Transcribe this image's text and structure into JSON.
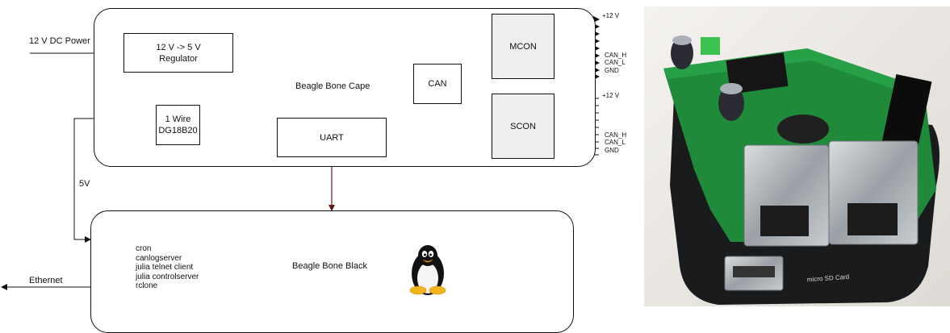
{
  "power_input": "12 V DC Power",
  "regulator": {
    "line1": "12 V -> 5 V",
    "line2": "Regulator"
  },
  "onewire": {
    "line1": "1 Wire",
    "line2": "DG18B20"
  },
  "cape_label": "Beagle Bone Cape",
  "can_label": "CAN",
  "uart_label": "UART",
  "mcon": {
    "label": "MCON",
    "pins": [
      "+12 V",
      "CAN_H",
      "CAN_L",
      "GND"
    ]
  },
  "scon": {
    "label": "SCON",
    "pins": [
      "+12 V",
      "CAN_H",
      "CAN_L",
      "GND"
    ]
  },
  "five_v_label": "5V",
  "bbb_label": "Beagle Bone Black",
  "services": [
    "cron",
    "canlogserver",
    "julia telnet client",
    "julia controlserver",
    "rclone"
  ],
  "ethernet_label": "Ethernet",
  "photo_board_text": "micro SD Card"
}
